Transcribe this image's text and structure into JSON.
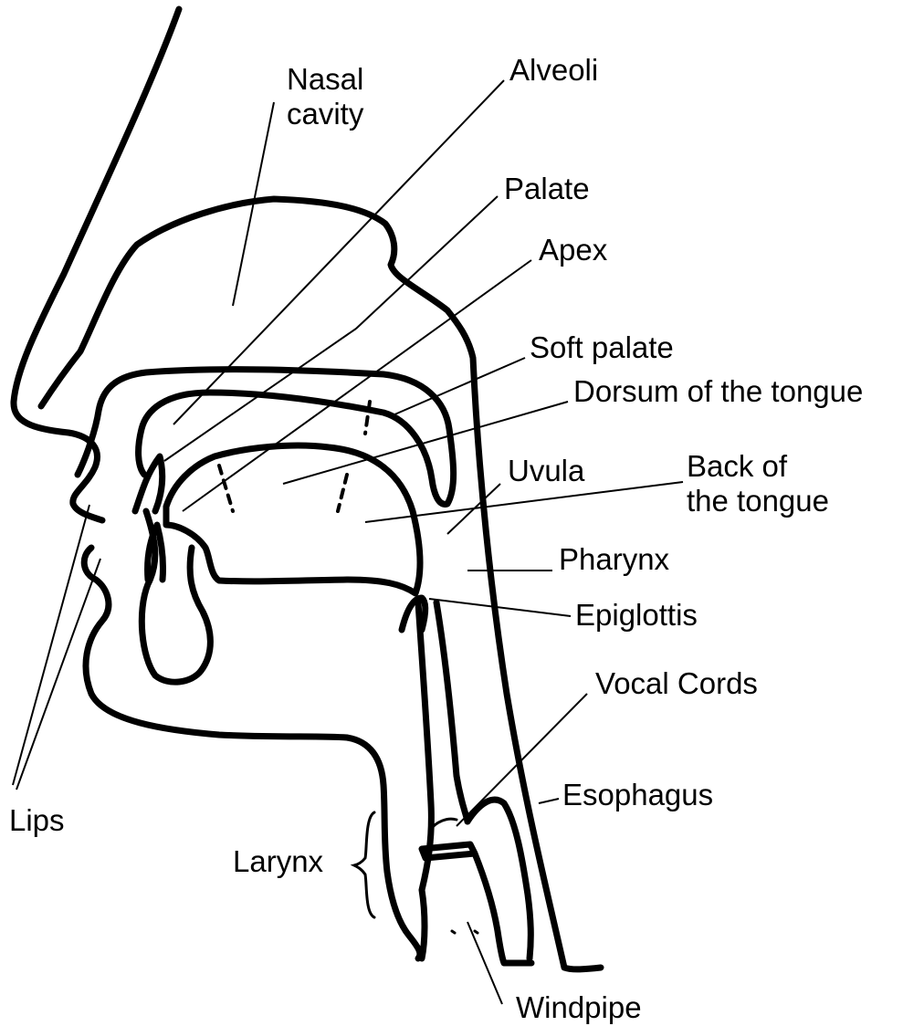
{
  "labels": {
    "nasal_cavity": [
      "Nasal",
      "cavity"
    ],
    "alveoli": "Alveoli",
    "palate": "Palate",
    "apex": "Apex",
    "soft_palate": "Soft palate",
    "dorsum": "Dorsum of the tongue",
    "uvula": "Uvula",
    "back_of_tongue": [
      "Back of",
      "the tongue"
    ],
    "pharynx": "Pharynx",
    "epiglottis": "Epiglottis",
    "vocal_cords": "Vocal Cords",
    "esophagus": "Esophagus",
    "larynx": "Larynx",
    "lips": "Lips",
    "windpipe": "Windpipe"
  }
}
